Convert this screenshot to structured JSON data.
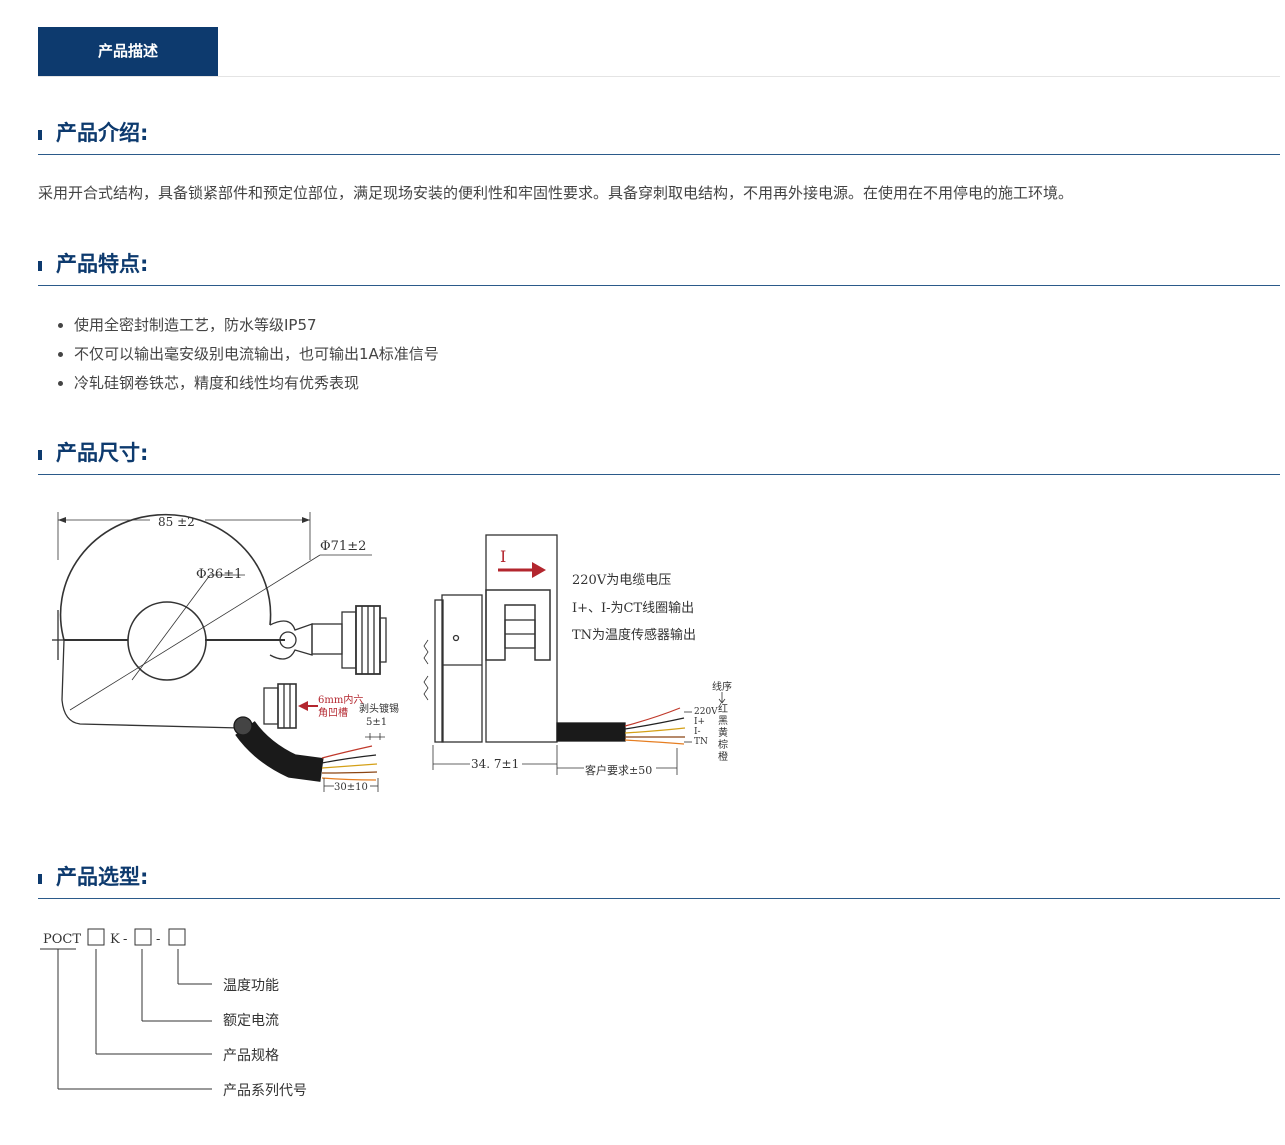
{
  "tab": {
    "label": "产品描述"
  },
  "sections": {
    "intro": {
      "title": "产品介绍:"
    },
    "features": {
      "title": "产品特点:"
    },
    "dimensions": {
      "title": "产品尺寸:"
    },
    "selection": {
      "title": "产品选型:"
    }
  },
  "intro_text": "采用开合式结构，具备锁紧部件和预定位部位，满足现场安装的便利性和牢固性要求。具备穿刺取电结构，不用再外接电源。在使用在不用停电的施工环境。",
  "features": [
    "使用全密封制造工艺，防水等级IP57",
    "不仅可以输出毫安级别电流输出，也可输出1A标准信号",
    "冷轧硅钢卷铁芯，精度和线性均有优秀表现"
  ],
  "dimension_drawing": {
    "width_label": "85 ±2",
    "outer_dia_label": "Φ71±2",
    "inner_dia_label": "Φ36±1",
    "hex_note_line1": "6mm内六",
    "hex_note_line2": "角凹槽",
    "strip_note_line1": "剥头镀锡",
    "strip_note_line2": "5±1",
    "strip_length_label": "30±10",
    "current_label": "I",
    "note1": "220V为电缆电压",
    "note2": "I+、I-为CT线圈输出",
    "note3": "TN为温度传感器输出",
    "side_width_label": "34. 7±1",
    "cable_length_label": "客户要求±50",
    "wire_order_title": "线序",
    "wire_labels": [
      "220V",
      "I+",
      "I-",
      "TN"
    ],
    "wire_colors": [
      "红",
      "黑",
      "黄",
      "棕",
      "橙"
    ]
  },
  "model_code": {
    "prefix": "POCT",
    "k": "K",
    "sep": "-",
    "fields": [
      "温度功能",
      "额定电流",
      "产品规格",
      "产品系列代号"
    ]
  },
  "colors": {
    "primary": "#0d3a6e",
    "arrow_red": "#b3262e"
  }
}
